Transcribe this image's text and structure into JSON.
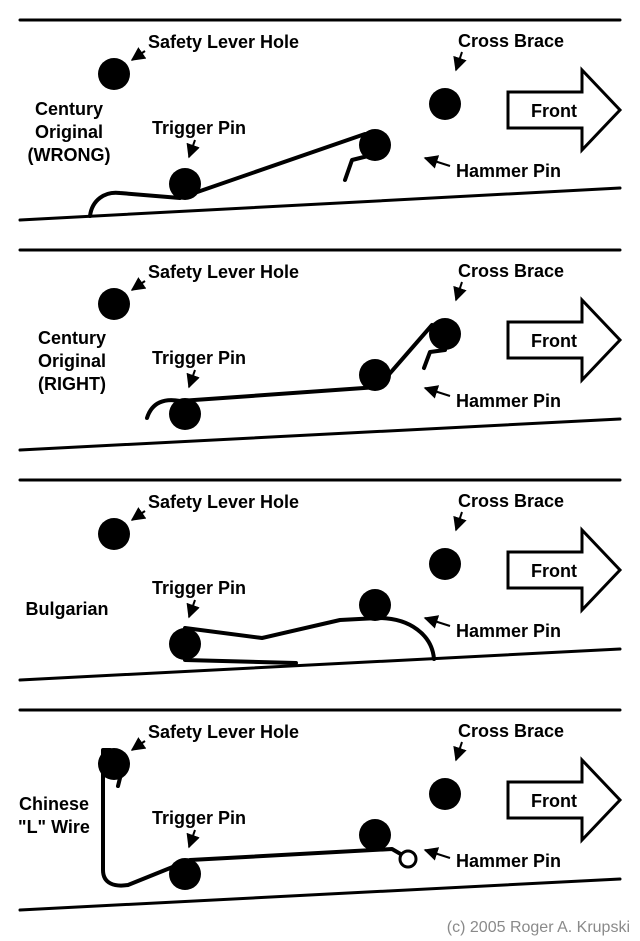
{
  "labels": {
    "safety_lever_hole": "Safety Lever Hole",
    "cross_brace": "Cross Brace",
    "trigger_pin": "Trigger Pin",
    "hammer_pin": "Hammer Pin",
    "front": "Front"
  },
  "panels": [
    {
      "id": "century-wrong",
      "variant_lines": [
        "Century",
        "Original",
        "(WRONG)"
      ]
    },
    {
      "id": "century-right",
      "variant_lines": [
        "Century",
        "Original",
        "(RIGHT)"
      ]
    },
    {
      "id": "bulgarian",
      "variant_lines": [
        "Bulgarian"
      ]
    },
    {
      "id": "chinese-l-wire",
      "variant_lines": [
        "Chinese",
        "\"L\" Wire"
      ]
    }
  ],
  "credit": "(c) 2005 Roger A. Krupski"
}
